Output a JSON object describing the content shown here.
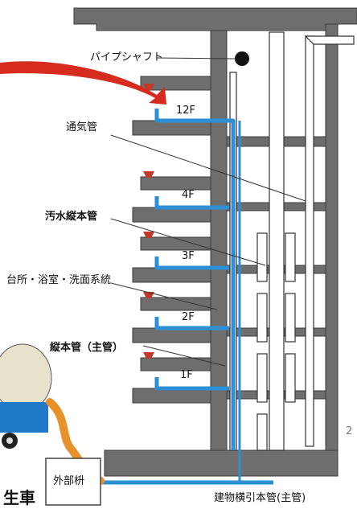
{
  "labels": {
    "pipe_shaft": "パイプシャフト",
    "vent_pipe": "通気管",
    "sewage_stack": "汚水縦本管",
    "kitchen_system": "台所・浴室・洗面系統",
    "main_stack": "縦本管（主管）",
    "outer_basin": "外部枡",
    "building_main": "建物横引本管(主管)",
    "cutoff_text": "生車",
    "page_mark": "2"
  },
  "floors": {
    "f12": "12F",
    "f4": "4F",
    "f3": "3F",
    "f2": "2F",
    "f1": "1F"
  },
  "colors": {
    "wall": "#6e6e6e",
    "wall_dark": "#3c3c3c",
    "drain_blue": "#2e8fd6",
    "arrow_red": "#d62b1e",
    "truck_hose": "#e8902a",
    "truck_blue": "#1f78c8",
    "fixture_red": "#c0392b"
  }
}
